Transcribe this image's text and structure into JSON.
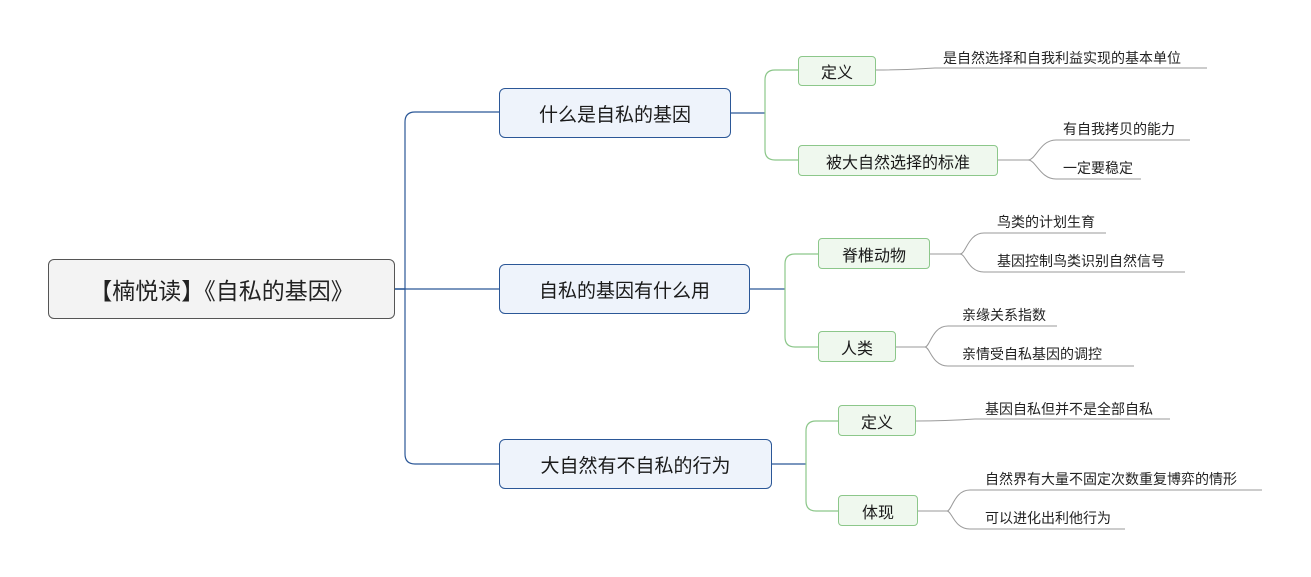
{
  "root": {
    "title": "【楠悦读】《自私的基因》"
  },
  "branches": [
    {
      "label": "什么是自私的基因",
      "children": [
        {
          "label": "定义",
          "leaves": [
            "是自然选择和自我利益实现的基本单位"
          ]
        },
        {
          "label": "被大自然选择的标准",
          "leaves": [
            "有自我拷贝的能力",
            "一定要稳定"
          ]
        }
      ]
    },
    {
      "label": "自私的基因有什么用",
      "children": [
        {
          "label": "脊椎动物",
          "leaves": [
            "鸟类的计划生育",
            "基因控制鸟类识别自然信号"
          ]
        },
        {
          "label": "人类",
          "leaves": [
            "亲缘关系指数",
            "亲情受自私基因的调控"
          ]
        }
      ]
    },
    {
      "label": "大自然有不自私的行为",
      "children": [
        {
          "label": "定义",
          "leaves": [
            "基因自私但并不是全部自私"
          ]
        },
        {
          "label": "体现",
          "leaves": [
            "自然界有大量不固定次数重复博弈的情形",
            "可以进化出利他行为"
          ]
        }
      ]
    }
  ],
  "colors": {
    "main_line": "#2b5797",
    "sub_line": "#8cc78a",
    "leaf_line": "#9a9a9a"
  }
}
